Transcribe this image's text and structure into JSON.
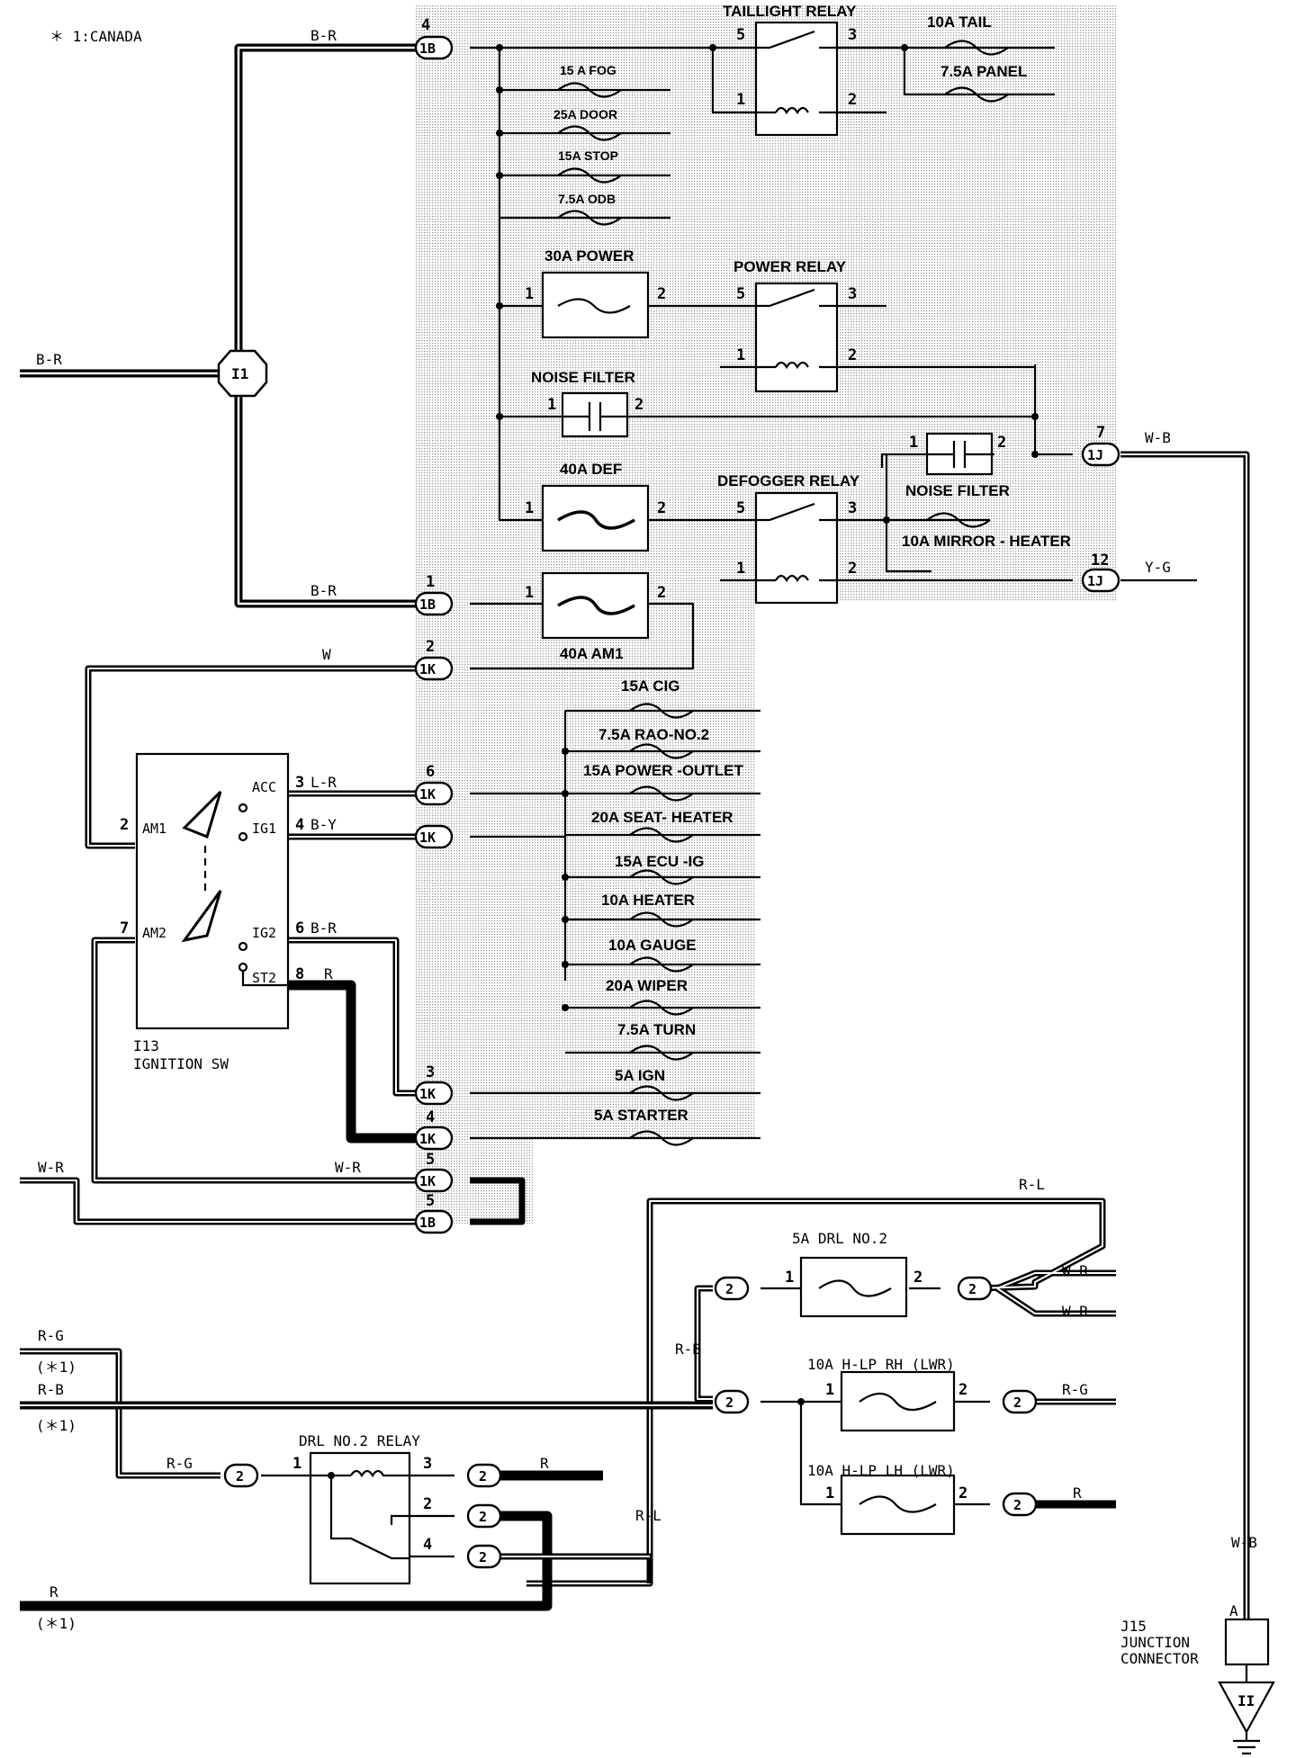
{
  "labels": {
    "canada_note": "＊ 1:CANADA",
    "taillight_relay": "TAILLIGHT RELAY",
    "fuse_10a_tail": "10A TAIL",
    "fuse_75a_panel": "7.5A PANEL",
    "fuse_15a_fog": "15 A FOG",
    "fuse_25a_door": "25A DOOR",
    "fuse_15a_stop": "15A STOP",
    "fuse_75a_odb": "7.5A ODB",
    "fuse_30a_power": "30A POWER",
    "power_relay": "POWER RELAY",
    "noise_filter_1": "NOISE FILTER",
    "noise_filter_2": "NOISE FILTER",
    "fuse_40a_def": "40A DEF",
    "defogger_relay": "DEFOGGER RELAY",
    "fuse_10a_mirror_heater": "10A MIRROR - HEATER",
    "fuse_40a_am1": "40A AM1",
    "fuse_15a_cig": "15A CIG",
    "fuse_75a_rad_no2": "7.5A RAO-NO.2",
    "fuse_15a_power_outlet": "15A POWER -OUTLET",
    "fuse_20a_seat_heater": "20A SEAT- HEATER",
    "fuse_15a_ecu_ig": "15A ECU -IG",
    "fuse_10a_heater": "10A HEATER",
    "fuse_10a_gauge": "10A GAUGE",
    "fuse_20a_wiper": "20A WIPER",
    "fuse_75a_turn": "7.5A TURN",
    "fuse_5a_ign": "5A IGN",
    "fuse_5a_starter": "5A STARTER",
    "ign_sw_id": "I13",
    "ign_sw_name": "IGNITION SW",
    "sw_acc": "ACC",
    "sw_ig1": "IG1",
    "sw_am1": "AM1",
    "sw_am2": "AM2",
    "sw_ig2": "IG2",
    "sw_st2": "ST2",
    "fuse_5a_drl_no2": "5A DRL NO.2",
    "fuse_10a_hlp_rh": "10A H-LP RH (LWR)",
    "fuse_10a_hlp_lh": "10A H-LP LH (LWR)",
    "drl_no2_relay": "DRL NO.2 RELAY",
    "jc_id": "J15",
    "jc_name1": "JUNCTION",
    "jc_name2": "CONNECTOR",
    "jc_pin_a": "A",
    "splice_i1": "I1",
    "ground_ii": "II",
    "note_star1": "(＊1)"
  },
  "wire_colors": {
    "br": "B-R",
    "w": "W",
    "lr": "L-R",
    "by": "B-Y",
    "r": "R",
    "wr": "W-R",
    "wb": "W-B",
    "yg": "Y-G",
    "rl": "R-L",
    "rb": "R-B",
    "rg": "R-G",
    "rb2": "R-B"
  },
  "connectors": {
    "1B": "1B",
    "1K": "1K",
    "1J": "1J",
    "n2": "2"
  },
  "pins": {
    "p1": "1",
    "p2": "2",
    "p3": "3",
    "p4": "4",
    "p5": "5",
    "p6": "6",
    "p7": "7",
    "p8": "8",
    "p12": "12"
  },
  "colors": {
    "ink": "#000000",
    "stipple": "#9a9a9a",
    "background": "#ffffff"
  }
}
